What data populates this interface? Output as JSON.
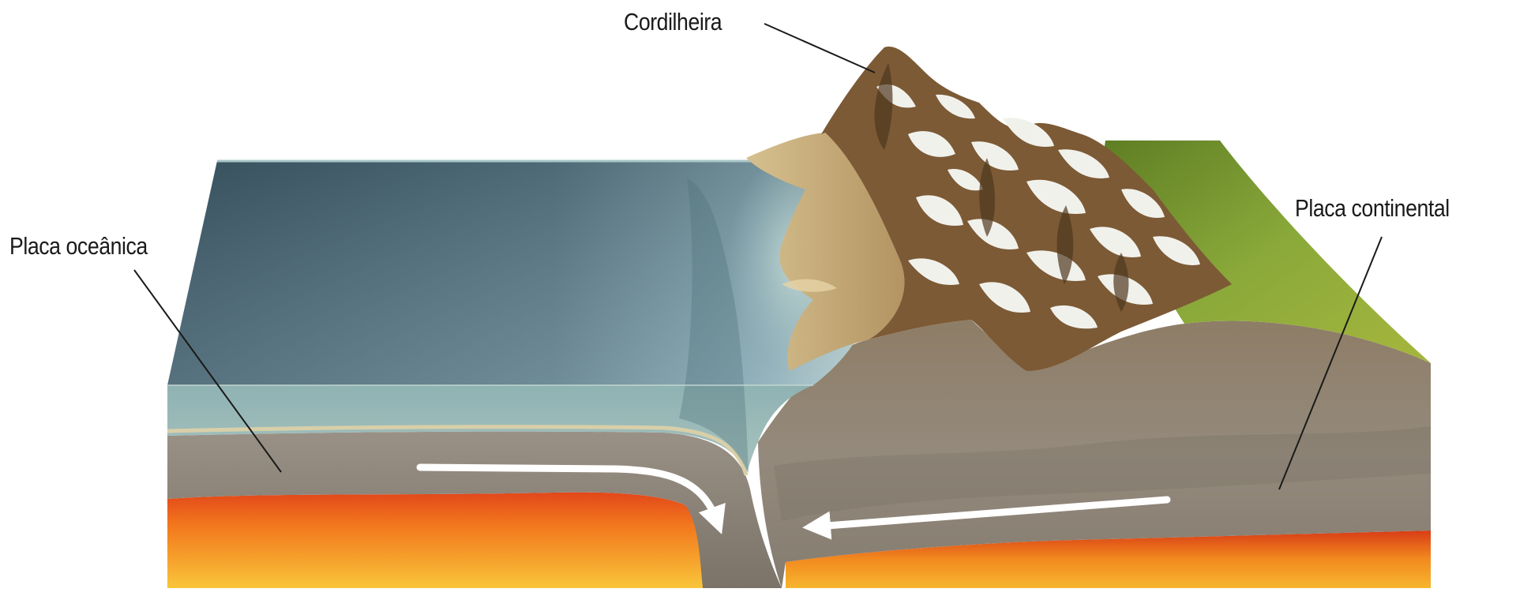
{
  "labels": {
    "cordilheira": "Cordilheira",
    "placa_oceanica": "Placa oceânica",
    "placa_continental": "Placa continental"
  },
  "colors": {
    "ocean_top": "#5d7b86",
    "ocean_side": "#7fa0a2",
    "crust": "#8b8276",
    "magma": "#f2a21e",
    "vegetation": "#7e9a33",
    "snow": "#eeeeea",
    "rock": "#6b4d2c"
  }
}
